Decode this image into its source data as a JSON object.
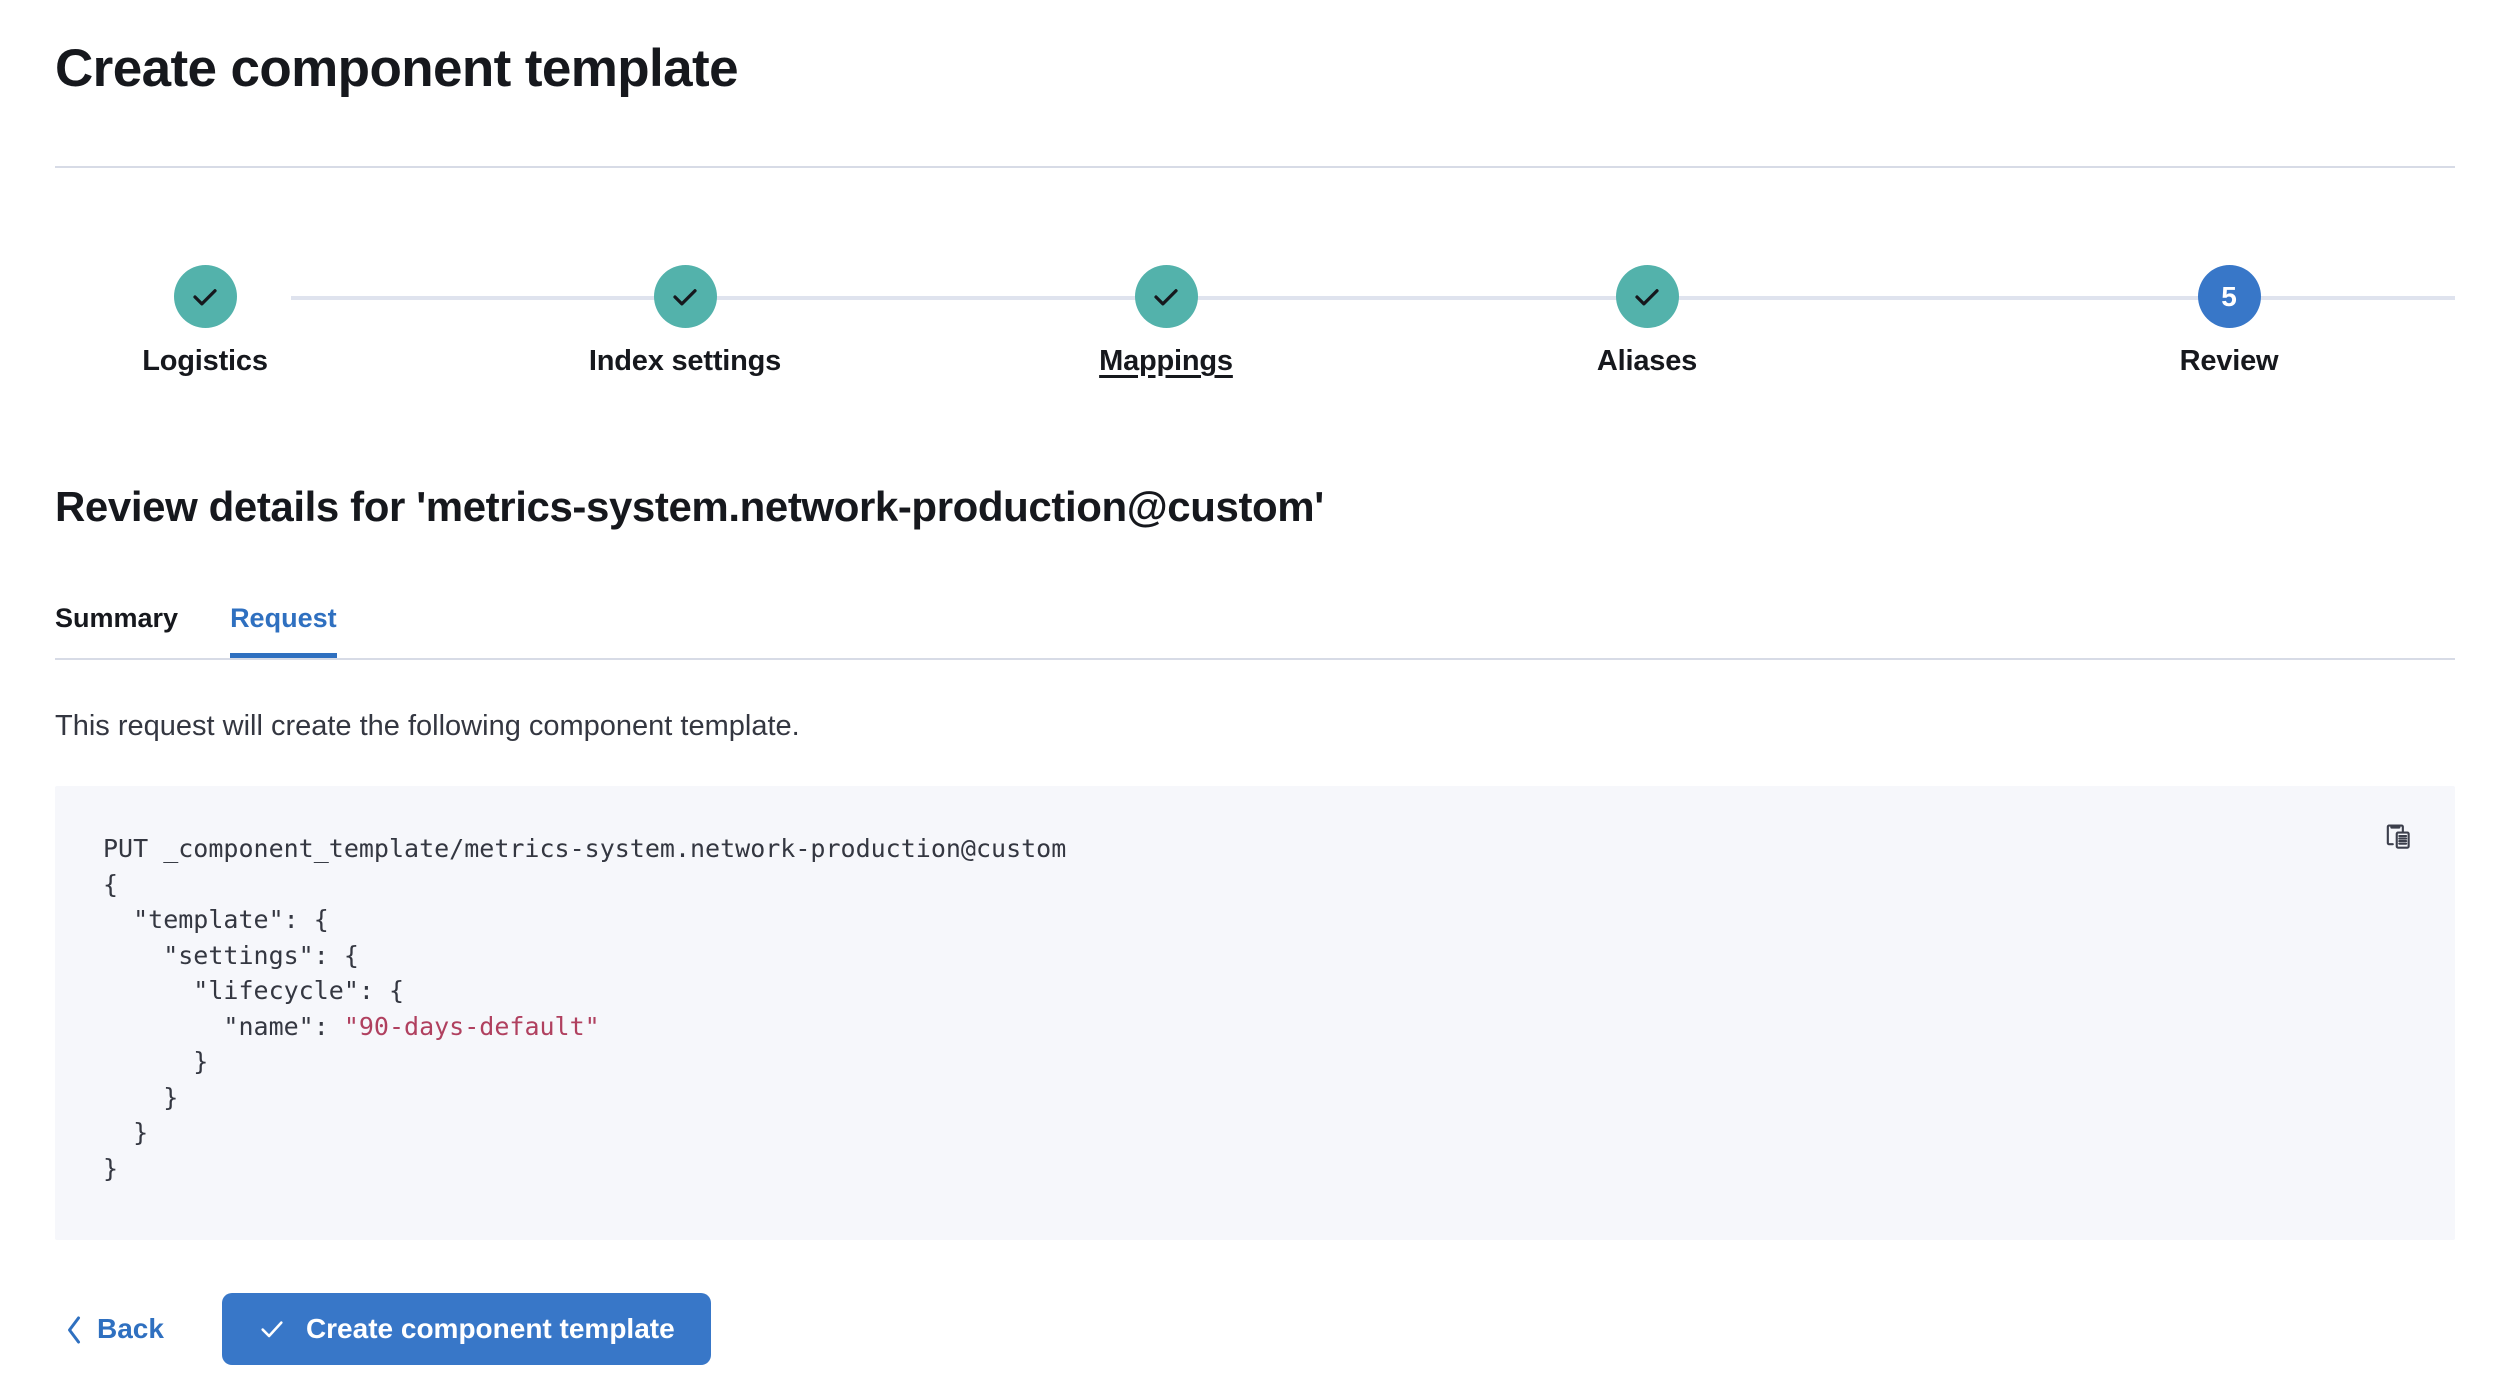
{
  "page": {
    "title": "Create component template"
  },
  "stepper": {
    "steps": [
      {
        "label": "Logistics",
        "state": "done",
        "marker": "check",
        "hovered": false
      },
      {
        "label": "Index settings",
        "state": "done",
        "marker": "check",
        "hovered": false
      },
      {
        "label": "Mappings",
        "state": "done",
        "marker": "check",
        "hovered": true
      },
      {
        "label": "Aliases",
        "state": "done",
        "marker": "check",
        "hovered": false
      },
      {
        "label": "Review",
        "state": "current",
        "marker": "5",
        "hovered": false
      }
    ],
    "colors": {
      "done": "#53b2ab",
      "current": "#3877c8",
      "track": "#dfe3ee"
    }
  },
  "review": {
    "heading": "Review details for 'metrics-system.network-production@custom'",
    "tabs": [
      {
        "label": "Summary",
        "active": false
      },
      {
        "label": "Request",
        "active": true
      }
    ],
    "description": "This request will create the following component template.",
    "accent_color": "#2f70c0"
  },
  "code": {
    "copy_icon": "clipboard-copy-icon",
    "method_line": "PUT _component_template/metrics-system.network-production@custom",
    "lines": [
      "{",
      "  \"template\": {",
      "    \"settings\": {",
      "      \"lifecycle\": {",
      "        \"name\": ",
      "      }",
      "    }",
      "  }",
      "}"
    ],
    "string_value": "\"90-days-default\"",
    "background": "#f6f7fb",
    "text_color": "#343741",
    "string_color": "#b0405f"
  },
  "footer": {
    "back_label": "Back",
    "back_icon": "chevron-left-icon",
    "submit_label": "Create component template",
    "submit_icon": "check-icon",
    "submit_color": "#3877c8"
  }
}
